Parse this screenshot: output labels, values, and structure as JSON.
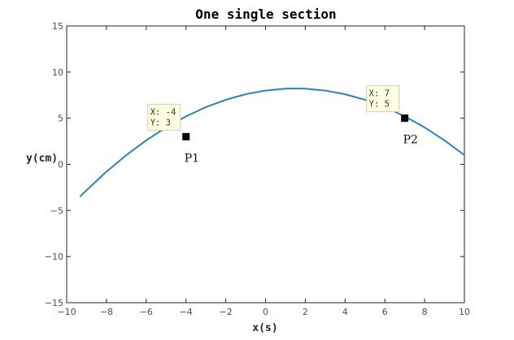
{
  "chart_data": {
    "type": "line",
    "title": "One single section",
    "xlabel": "x(s)",
    "ylabel": "y(cm)",
    "xlim": [
      -10,
      10
    ],
    "ylim": [
      -15,
      15
    ],
    "xticks": [
      "−10",
      "−8",
      "−6",
      "−4",
      "−2",
      "0",
      "2",
      "4",
      "6",
      "8",
      "10"
    ],
    "yticks": [
      "15",
      "10",
      "5",
      "0",
      "−5",
      "−10",
      "−15"
    ],
    "grid": false,
    "series": [
      {
        "color": "#2e7fbf",
        "equation": "y = -0.1*x^2 + 0.3*x + 8",
        "x": [
          -9.33,
          -9,
          -8,
          -7,
          -6,
          -5,
          -4,
          -3,
          -2,
          -1,
          0,
          1,
          1.5,
          2,
          3,
          4,
          5,
          6,
          7,
          8,
          9,
          10
        ],
        "y": [
          -3.5,
          -2.8,
          -0.8,
          1.0,
          2.6,
          4.0,
          5.2,
          6.2,
          7.0,
          7.6,
          8.0,
          8.2,
          8.225,
          8.2,
          8.0,
          7.6,
          7.0,
          6.2,
          5.2,
          4.0,
          2.6,
          1.0
        ]
      }
    ],
    "markers": [
      {
        "label": "P1",
        "x": -4,
        "y": 3,
        "tip_x": "X: -4",
        "tip_y": "Y: 3"
      },
      {
        "label": "P2",
        "x": 7,
        "y": 5,
        "tip_x": "X: 7",
        "tip_y": "Y: 5"
      }
    ]
  }
}
